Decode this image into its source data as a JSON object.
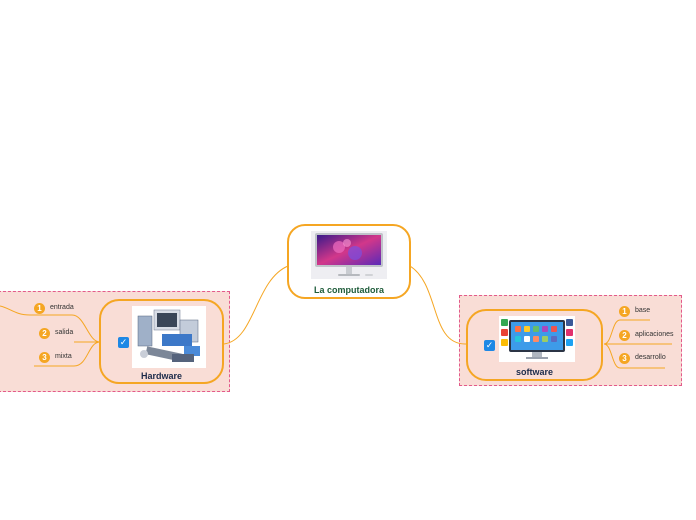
{
  "central": {
    "title": "La computadora",
    "image": "computer-monitor-image"
  },
  "branches": {
    "hardware": {
      "title": "Hardware",
      "image": "hardware-devices-image",
      "checked": true,
      "leaves": [
        {
          "number": "1",
          "label": "entrada"
        },
        {
          "number": "2",
          "label": "salida"
        },
        {
          "number": "3",
          "label": "mixta"
        }
      ]
    },
    "software": {
      "title": "software",
      "image": "software-apps-monitor-image",
      "checked": true,
      "leaves": [
        {
          "number": "1",
          "label": "base"
        },
        {
          "number": "2",
          "label": "aplicaciones"
        },
        {
          "number": "3",
          "label": "desarrollo"
        }
      ]
    }
  },
  "colors": {
    "branch_line": "#f5a623",
    "boundary_fill": "#f9ddd6",
    "boundary_border": "#e35a8a",
    "check": "#1e88e5"
  },
  "icons": {
    "check": "✓"
  }
}
